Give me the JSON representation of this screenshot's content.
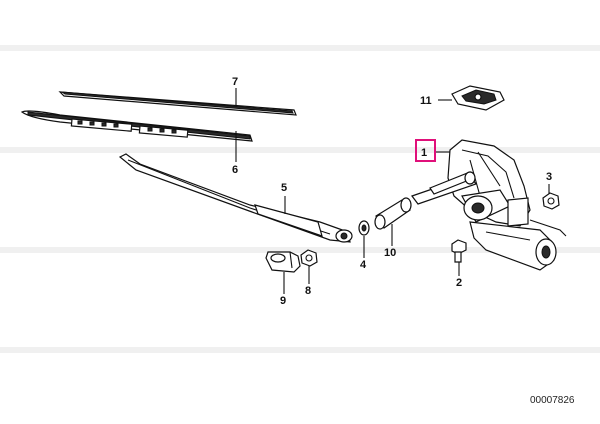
{
  "callouts": {
    "c1": "1",
    "c2": "2",
    "c3": "3",
    "c4": "4",
    "c5": "5",
    "c6": "6",
    "c7": "7",
    "c8": "8",
    "c9": "9",
    "c10": "10",
    "c11": "11"
  },
  "document_number": "00007826",
  "highlight_color": "#e0107a"
}
